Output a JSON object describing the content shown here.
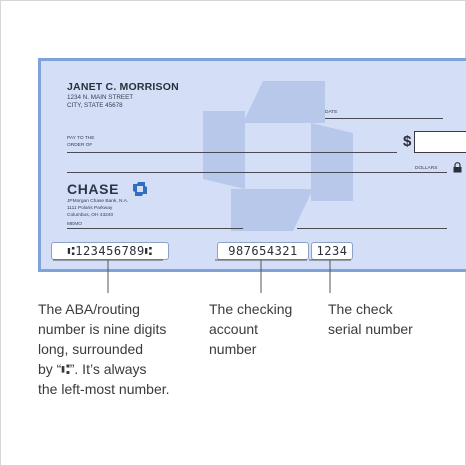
{
  "check": {
    "account_holder": "JANET C. MORRISON",
    "address_line1": "1234 N. MAIN STREET",
    "address_line2": "CITY, STATE 45678",
    "date_label": "DATE",
    "pay_to_line1": "PAY TO THE",
    "pay_to_line2": "ORDER OF",
    "dollar_sign": "$",
    "dollars_label": "DOLLARS",
    "bank_name": "CHASE",
    "bank_line1": "JPMorgan Chase Bank, N.A.",
    "bank_line2": "1111 Polaris Parkway",
    "bank_line3": "Columbus, OH 43240",
    "memo_label": "MEMO",
    "routing_number": "⑆123456789⑆",
    "account_number": "987654321",
    "serial_number": "1234"
  },
  "callouts": {
    "routing": [
      "The ABA/routing",
      "number is nine digits",
      "long, surrounded",
      "by “⑆”. It’s always",
      "the left-most number."
    ],
    "account": [
      "The checking",
      "account",
      "number"
    ],
    "serial": [
      "The check",
      "serial number"
    ]
  },
  "colors": {
    "check_background": "#d4def6",
    "check_border": "#7fa2d8",
    "watermark": "#b7c8ea"
  }
}
